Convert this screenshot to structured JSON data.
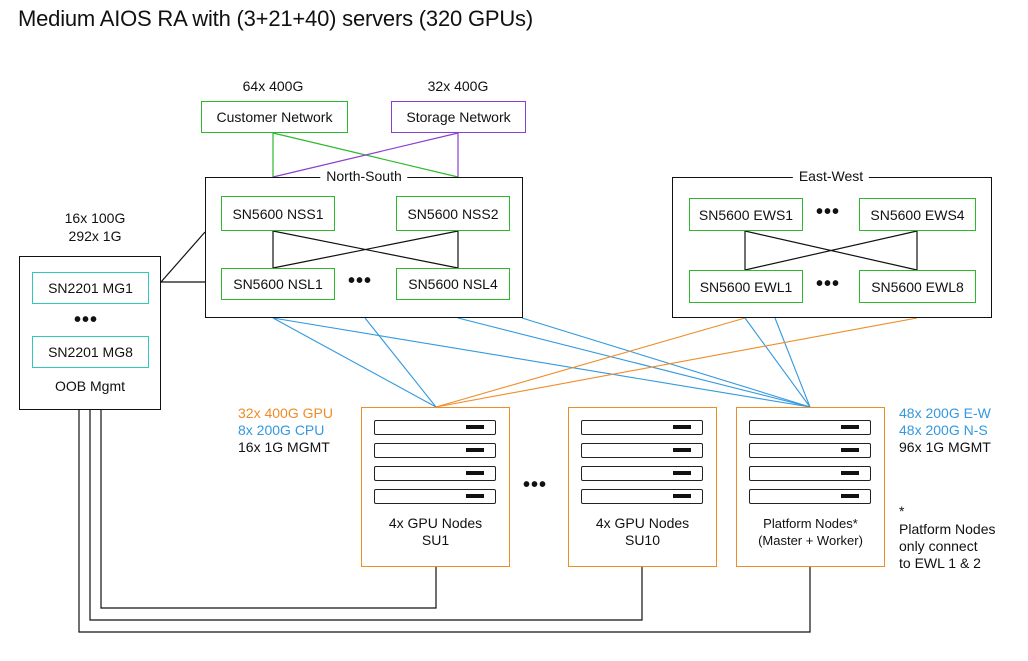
{
  "title": "Medium AIOS RA with (3+21+40) servers (320 GPUs)",
  "external": {
    "customer": {
      "count_label": "64x 400G",
      "name": "Customer Network"
    },
    "storage": {
      "count_label": "32x 400G",
      "name": "Storage Network"
    }
  },
  "north_south": {
    "title": "North-South",
    "nss1": "SN5600 NSS1",
    "nss2": "SN5600 NSS2",
    "nsl1": "SN5600 NSL1",
    "nsl4": "SN5600 NSL4",
    "ellipsis": "•••"
  },
  "east_west": {
    "title": "East-West",
    "ews1": "SN5600 EWS1",
    "ews4": "SN5600 EWS4",
    "ewl1": "SN5600 EWL1",
    "ewl8": "SN5600 EWL8",
    "ellipsis_top": "•••",
    "ellipsis_bottom": "•••"
  },
  "oob": {
    "links_line1": "16x 100G",
    "links_line2": "292x 1G",
    "mg1": "SN2201 MG1",
    "mg8": "SN2201 MG8",
    "ellipsis": "•••",
    "label": "OOB Mgmt"
  },
  "su_links": {
    "gpu": "32x 400G GPU",
    "cpu": "8x 200G CPU",
    "mgmt": "16x 1G MGMT"
  },
  "platform_links": {
    "ew": "48x 200G E-W",
    "ns": "48x 200G N-S",
    "mgmt": "96x 1G MGMT"
  },
  "nodes": {
    "su1": {
      "line1": "4x GPU Nodes",
      "line2": "SU1"
    },
    "su10": {
      "line1": "4x GPU Nodes",
      "line2": "SU10"
    },
    "platform": {
      "line1": "Platform Nodes*",
      "line2": "(Master + Worker)"
    },
    "ellipsis": "•••"
  },
  "footnote": {
    "star": "*",
    "line1": "Platform Nodes",
    "line2": "only connect",
    "line3": "to EWL 1 & 2"
  },
  "colors": {
    "accent_green": "#2db82d",
    "accent_purple": "#8a3fd1",
    "accent_teal": "#2fcab8",
    "accent_orange": "#f08c28",
    "accent_blue": "#3399e0"
  }
}
